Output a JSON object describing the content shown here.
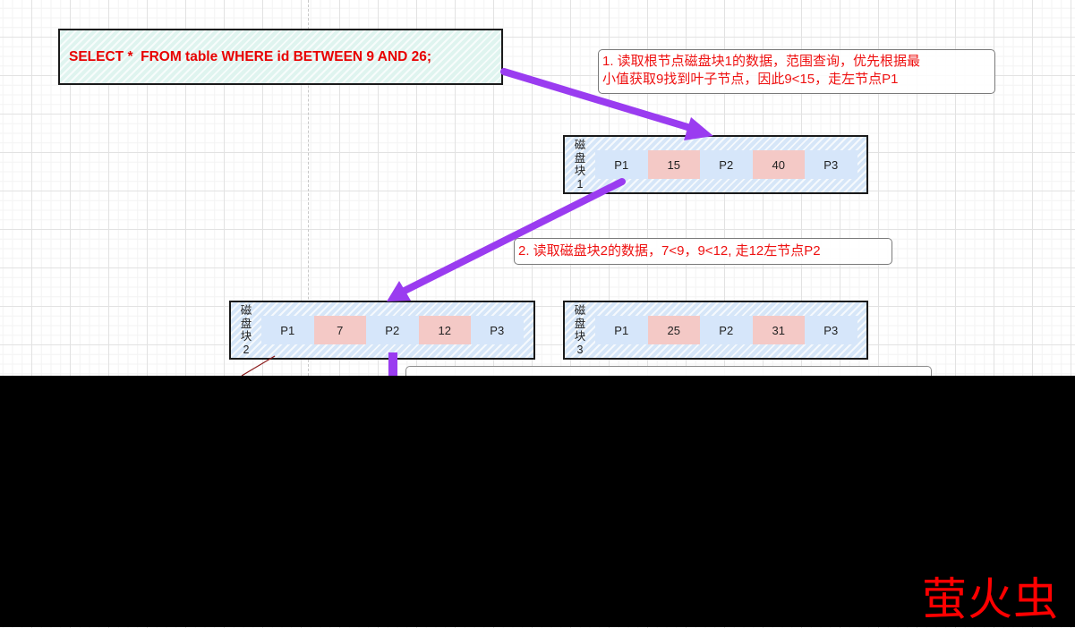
{
  "sql": {
    "text": "SELECT *  FROM table WHERE id BETWEEN 9 AND 26;"
  },
  "notes": [
    {
      "line1": "1. 读取根节点磁盘块1的数据，范围查询，优先根据最",
      "line2": "小值获取9找到叶子节点，因此9<15，走左节点P1"
    },
    {
      "line1": "2. 读取磁盘块2的数据，7<9，9<12, 走12左节点P2"
    }
  ],
  "blocks": [
    {
      "label_chars": [
        "磁",
        "盘",
        "块",
        "1"
      ],
      "cells": [
        "P1",
        "15",
        "P2",
        "40",
        "P3"
      ]
    },
    {
      "label_chars": [
        "磁",
        "盘",
        "块",
        "2"
      ],
      "cells": [
        "P1",
        "7",
        "P2",
        "12",
        "P3"
      ]
    },
    {
      "label_chars": [
        "磁",
        "盘",
        "块",
        "3"
      ],
      "cells": [
        "P1",
        "25",
        "P2",
        "31",
        "P3"
      ]
    }
  ],
  "colors": {
    "arrow": "#9a3cf0",
    "note_text": "#ee1111",
    "pointer_cell": "#d6e6fa",
    "key_cell": "#f4c9c6",
    "sql_bg": "#dff4ef"
  },
  "watermark": {
    "text": "萤火虫"
  }
}
